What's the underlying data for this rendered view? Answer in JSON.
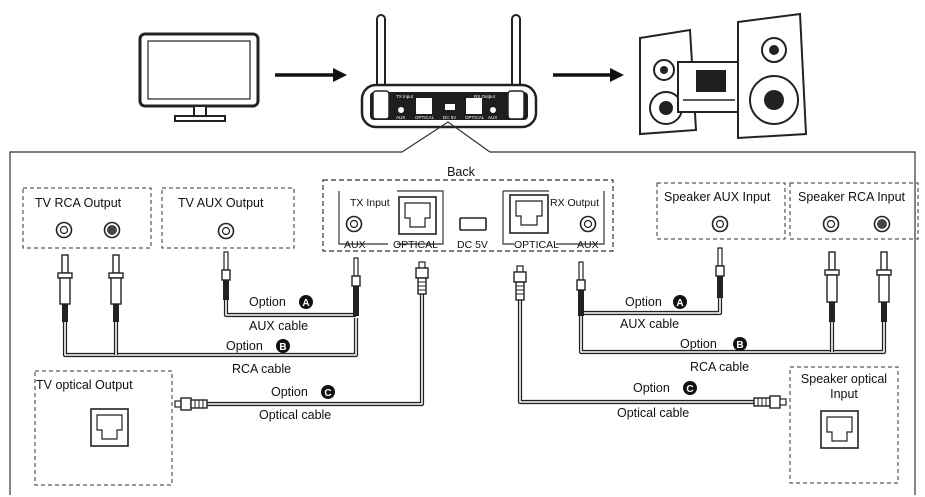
{
  "back_label": "Back",
  "tv_rca_output": "TV RCA Output",
  "tv_aux_output": "TV  AUX Output",
  "tv_optical_output": "TV optical Output",
  "speaker_aux_input": "Speaker AUX Input",
  "speaker_rca_input": "Speaker RCA Input",
  "speaker_optical_input_line1": "Speaker optical",
  "speaker_optical_input_line2": "Input",
  "panel": {
    "tx_input": "TX Input",
    "aux_left": "AUX",
    "optical_left": "OPTICAL",
    "dc": "DC 5V",
    "optical_right": "OPTICAL",
    "rx_output": "RX  Output",
    "aux_right": "AUX"
  },
  "device_small_labels": {
    "tx_input": "TX Input",
    "aux_left": "AUX",
    "optical_left": "OPTICAL",
    "dc": "DC 5V",
    "rx_output": "RX Output",
    "optical_right": "OPTICAL",
    "aux_right": "AUX"
  },
  "option_word": "Option",
  "badges": {
    "a": "A",
    "b": "B",
    "c": "C"
  },
  "cables": {
    "aux": "AUX  cable",
    "rca": "RCA  cable",
    "optical": "Optical cable"
  },
  "colors": {
    "line": "#222222",
    "fill_dark": "#1e1e1e",
    "panel": "#ffffff"
  }
}
